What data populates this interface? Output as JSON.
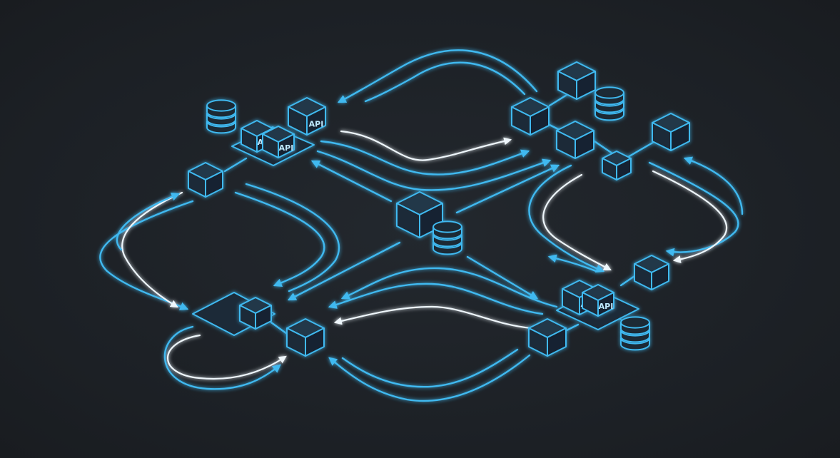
{
  "diagram": {
    "api_labels": [
      "API",
      "API",
      "API",
      "API",
      "API"
    ],
    "colors": {
      "background": "#1d2126",
      "accent_blue": "#3fb9f0",
      "highlight_white": "#eef6fb"
    },
    "icons": [
      "cube-icon",
      "database-icon",
      "api-cube-icon",
      "arrow-icon"
    ]
  }
}
